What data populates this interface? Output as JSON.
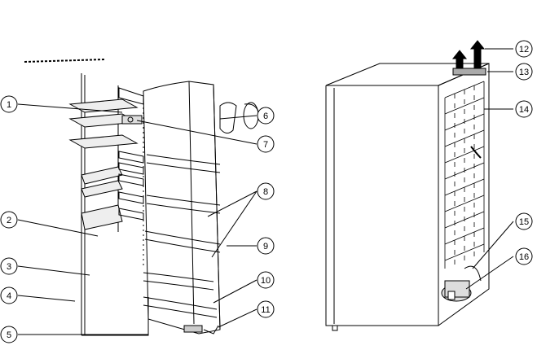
{
  "callouts": [
    {
      "id": "1",
      "label": "1"
    },
    {
      "id": "2",
      "label": "2"
    },
    {
      "id": "3",
      "label": "3"
    },
    {
      "id": "4",
      "label": "4"
    },
    {
      "id": "5",
      "label": "5"
    },
    {
      "id": "6",
      "label": "6"
    },
    {
      "id": "7",
      "label": "7"
    },
    {
      "id": "8",
      "label": "8"
    },
    {
      "id": "9",
      "label": "9"
    },
    {
      "id": "10",
      "label": "10"
    },
    {
      "id": "11",
      "label": "11"
    },
    {
      "id": "12",
      "label": "12"
    },
    {
      "id": "13",
      "label": "13"
    },
    {
      "id": "14",
      "label": "14"
    },
    {
      "id": "15",
      "label": "15"
    },
    {
      "id": "16",
      "label": "16"
    }
  ],
  "colors": {
    "line": "#000000",
    "background": "#ffffff",
    "shade": "#d9d9d9"
  }
}
